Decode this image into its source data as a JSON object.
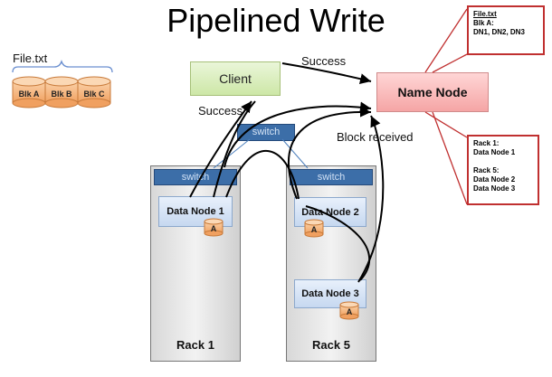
{
  "title": "Pipelined Write",
  "file": {
    "name": "File.txt",
    "blocks": [
      "Blk A",
      "Blk B",
      "Blk C"
    ]
  },
  "client": {
    "label": "Client"
  },
  "name_node": {
    "label": "Name Node"
  },
  "switch_label": "switch",
  "racks": [
    {
      "label": "Rack 1",
      "switch": "switch",
      "data_nodes": [
        {
          "label": "Data Node 1",
          "block": "A"
        }
      ]
    },
    {
      "label": "Rack 5",
      "switch": "switch",
      "data_nodes": [
        {
          "label": "Data Node 2",
          "block": "A"
        },
        {
          "label": "Data Node 3",
          "block": "A"
        }
      ]
    }
  ],
  "messages": {
    "success_top": "Success",
    "success_left": "Success",
    "block_received": "Block received"
  },
  "callouts": {
    "file_info": {
      "title": "File.txt",
      "lines": [
        "Blk A:",
        "DN1, DN2, DN3"
      ]
    },
    "rack_info": {
      "lines": [
        "Rack 1:",
        "Data Node 1",
        "",
        "Rack 5:",
        "Data Node 2",
        "Data Node 3"
      ]
    }
  },
  "colors": {
    "callout_border": "#c03030",
    "switch": "#3c6ea8",
    "cylinder": "#f7b57a"
  }
}
